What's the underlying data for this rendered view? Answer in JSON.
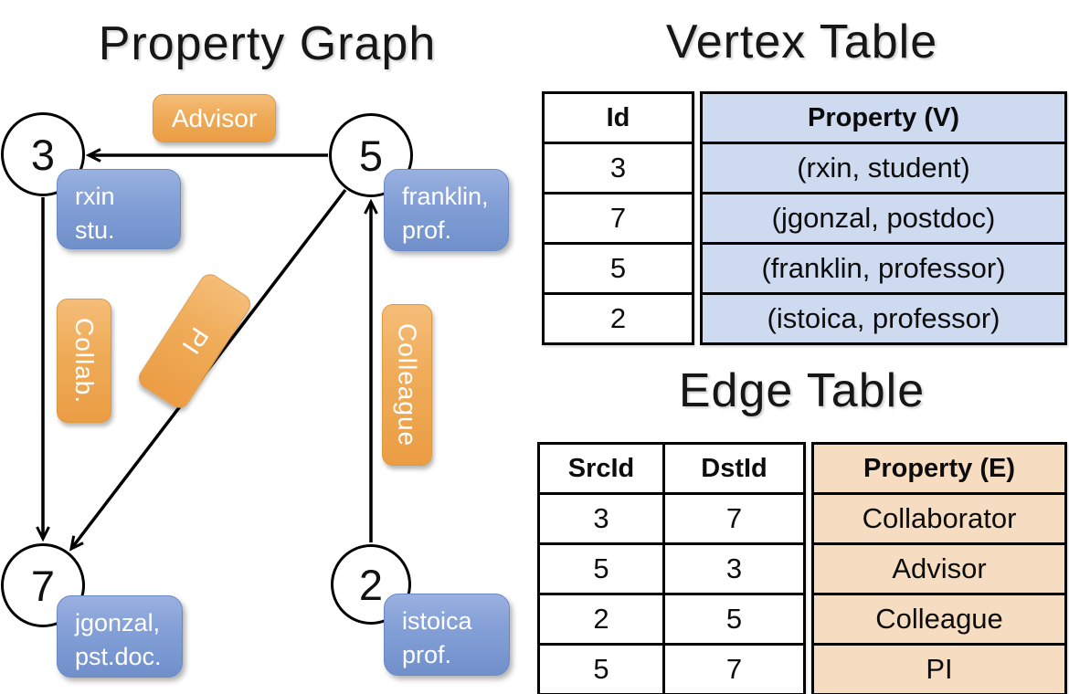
{
  "graph": {
    "title": "Property Graph",
    "vertices": [
      {
        "id": "3",
        "prop_line1": "rxin",
        "prop_line2": "stu."
      },
      {
        "id": "5",
        "prop_line1": "franklin,",
        "prop_line2": "prof."
      },
      {
        "id": "7",
        "prop_line1": "jgonzal,",
        "prop_line2": "pst.doc."
      },
      {
        "id": "2",
        "prop_line1": "istoica",
        "prop_line2": "prof."
      }
    ],
    "edges": [
      {
        "label": "Advisor",
        "src": "5",
        "dst": "3"
      },
      {
        "label": "Collab.",
        "src": "3",
        "dst": "7"
      },
      {
        "label": "PI",
        "src": "5",
        "dst": "7"
      },
      {
        "label": "Colleague",
        "src": "2",
        "dst": "5"
      }
    ]
  },
  "vertex_table": {
    "title": "Vertex Table",
    "columns": {
      "id": "Id",
      "property": "Property (V)"
    },
    "rows": [
      {
        "id": "3",
        "property": "(rxin, student)"
      },
      {
        "id": "7",
        "property": "(jgonzal, postdoc)"
      },
      {
        "id": "5",
        "property": "(franklin, professor)"
      },
      {
        "id": "2",
        "property": "(istoica, professor)"
      }
    ]
  },
  "edge_table": {
    "title": "Edge Table",
    "columns": {
      "src": "SrcId",
      "dst": "DstId",
      "property": "Property (E)"
    },
    "rows": [
      {
        "src": "3",
        "dst": "7",
        "property": "Collaborator"
      },
      {
        "src": "5",
        "dst": "3",
        "property": "Advisor"
      },
      {
        "src": "2",
        "dst": "5",
        "property": "Colleague"
      },
      {
        "src": "5",
        "dst": "7",
        "property": "PI"
      }
    ]
  },
  "colors": {
    "edge_label_orange": "#EFA44C",
    "vertex_property_blue": "#7E9CD4",
    "vertex_table_cell_blue": "#CEDAF0",
    "edge_table_cell_tan": "#F6DDC1",
    "line_black": "#000000"
  }
}
